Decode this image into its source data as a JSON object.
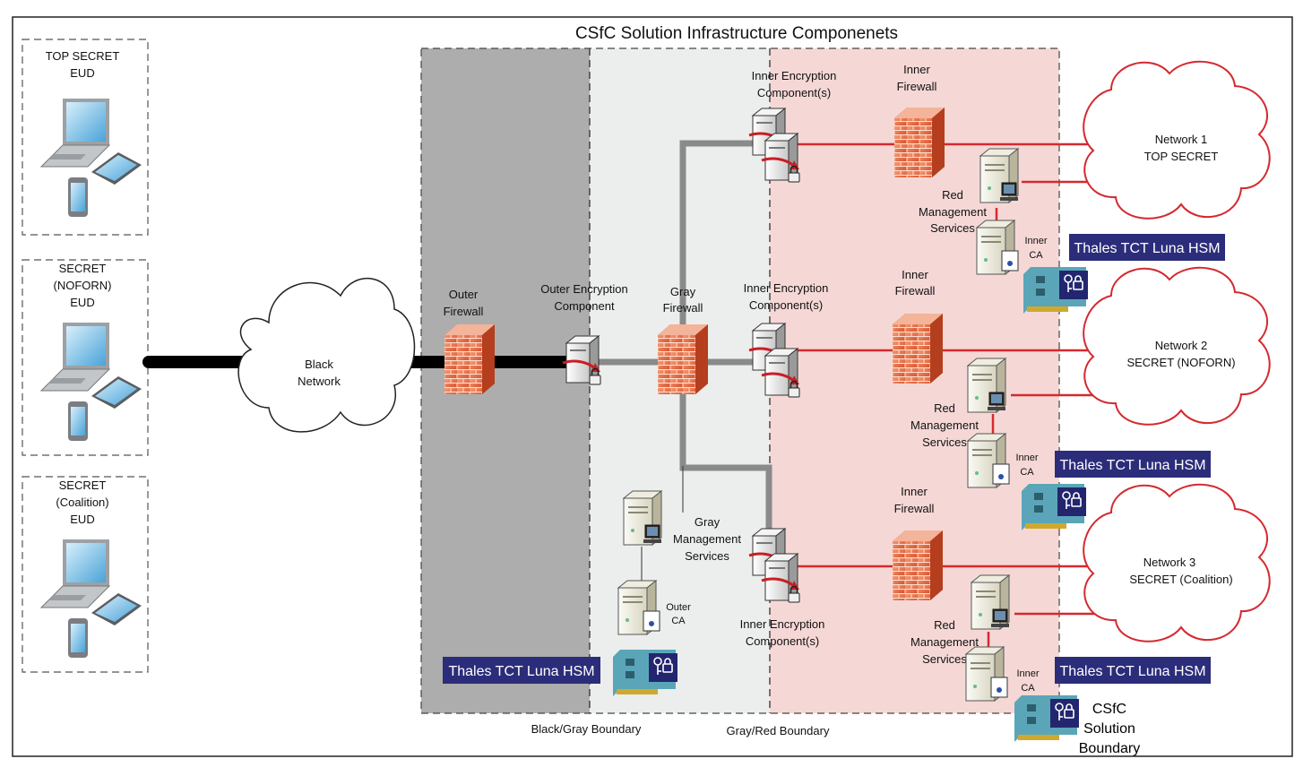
{
  "title": "CSfC Solution Infrastructure Componenets",
  "euds": [
    {
      "line1": "TOP SECRET",
      "line2": "EUD",
      "line3": ""
    },
    {
      "line1": "SECRET",
      "line2": "(NOFORN)",
      "line3": "EUD"
    },
    {
      "line1": "SECRET",
      "line2": "(Coalition)",
      "line3": "EUD"
    }
  ],
  "black_network": {
    "line1": "Black",
    "line2": "Network"
  },
  "outer_firewall": {
    "line1": "Outer",
    "line2": "Firewall"
  },
  "outer_encryption": {
    "line1": "Outer Encryption",
    "line2": "Component"
  },
  "gray_firewall": {
    "line1": "Gray",
    "line2": "Firewall"
  },
  "gray_mgmt": {
    "line1": "Gray",
    "line2": "Management",
    "line3": "Services"
  },
  "outer_ca": {
    "line1": "Outer",
    "line2": "CA"
  },
  "inner_encryption": {
    "line1": "Inner Encryption",
    "line2": "Component(s)"
  },
  "inner_firewall": {
    "line1": "Inner",
    "line2": "Firewall"
  },
  "red_mgmt": {
    "line1": "Red",
    "line2": "Management",
    "line3": "Services"
  },
  "inner_ca": {
    "line1": "Inner",
    "line2": "CA"
  },
  "hsm_label": "Thales TCT Luna HSM",
  "networks": [
    {
      "line1": "Network 1",
      "line2": "TOP SECRET"
    },
    {
      "line1": "Network 2",
      "line2": "SECRET (NOFORN)"
    },
    {
      "line1": "Network 3",
      "line2": "SECRET (Coalition)"
    }
  ],
  "boundaries": {
    "black_gray": "Black/Gray Boundary",
    "gray_red": "Gray/Red Boundary",
    "csfc": {
      "line1": "CSfC",
      "line2": "Solution",
      "line3": "Boundary"
    }
  },
  "colors": {
    "black_zone": "#adadad",
    "gray_zone": "#eceeed",
    "red_zone": "#f5d8d6",
    "red_link": "#d42a2f",
    "gray_link": "#8a8a8a",
    "hsm_box": "#2b2d7a"
  }
}
